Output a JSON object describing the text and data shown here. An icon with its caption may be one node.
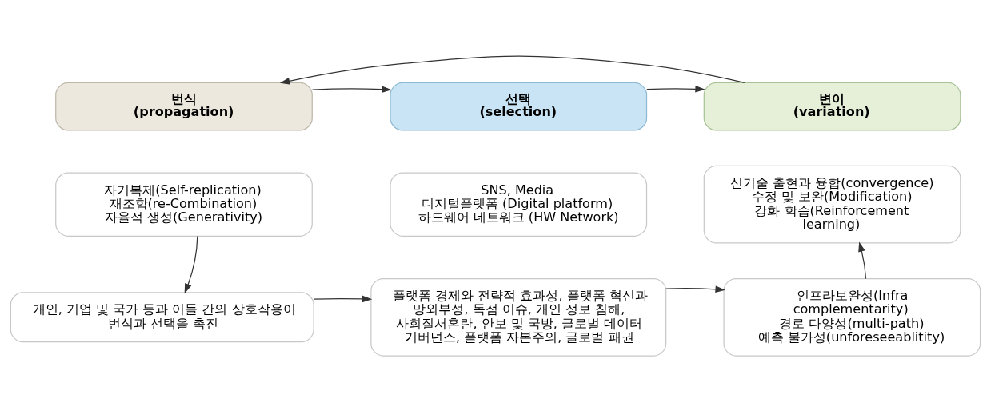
{
  "diagram": {
    "nodes": [
      {
        "text": [
          "번식 (propagation)"
        ]
      },
      {
        "text": [
          "선택 (selection)"
        ]
      },
      {
        "text": [
          "변이 (variation)"
        ]
      },
      {
        "text": [
          "자기복제(Self-replication)",
          "재조합(re-Combination)",
          "자율적 생성(Generativity)"
        ]
      },
      {
        "text": [
          "SNS, Media",
          "디지털플랫폼 (Digital platform)",
          "하드웨어 네트워크 (HW Network)"
        ]
      },
      {
        "text": [
          "신기술 출현과 융합(convergence)",
          "수정 및 보완(Modification)",
          "강화 학습(Reinforcement learning)"
        ]
      },
      {
        "text": [
          "개인, 기업 및 국가 등과 이들 간의 상호작용이 번식과 선택을 촉진"
        ]
      },
      {
        "text": [
          "플랫폼 경제와 전략적 효과성, 플랫폼 혁신과 망외부성, 독점 이슈, 개인 정보 침해, 사회질서혼란, 안보 및 국방, 글로벌 데이터 거버넌스, 플랫폼 자본주의, 글로벌 패권"
        ]
      },
      {
        "text": [
          "인프라보완성(Infra complementarity)",
          "경로 다양성(multi-path)",
          "예측 불가성(unforeseeablitity)"
        ]
      }
    ],
    "edges": [
      {
        "from": 0,
        "to": 1,
        "arrow": "to"
      },
      {
        "from": 1,
        "to": 2,
        "arrow": "to"
      },
      {
        "from": 2,
        "to": 0,
        "arrow": "to"
      },
      {
        "from": 3,
        "to": 6,
        "arrow": "to"
      },
      {
        "from": 6,
        "to": 7,
        "arrow": "to"
      },
      {
        "from": 7,
        "to": 8,
        "arrow": "to"
      },
      {
        "from": 8,
        "to": 5,
        "arrow": "to"
      }
    ]
  }
}
